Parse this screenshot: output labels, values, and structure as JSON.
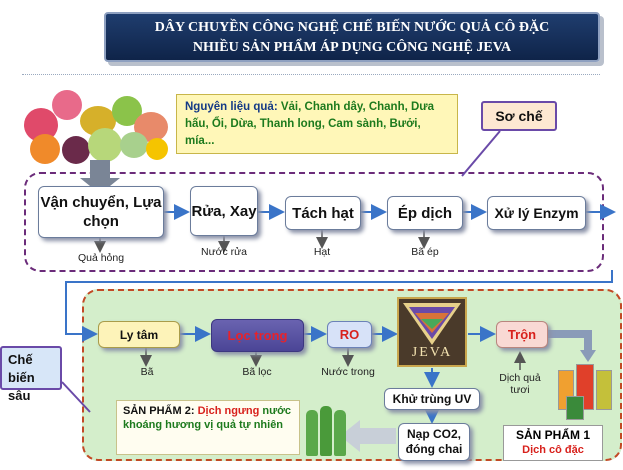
{
  "title": {
    "line1": "DÂY CHUYỀN CÔNG NGHỆ CHẾ BIẾN NƯỚC QUẢ CÔ ĐẶC",
    "line2": "NHIỀU SẢN PHẨM ÁP DỤNG CÔNG NGHỆ JEVA"
  },
  "raw_materials": {
    "label": "Nguyên liệu quả:",
    "items": "Vải, Chanh dây, Chanh, Dưa hấu, Ổi, Dừa, Thanh long, Cam sành, Bưởi, mía..."
  },
  "preprocess": {
    "label": "Sơ chế",
    "steps": [
      "Vận chuyển, Lựa chọn",
      "Rửa, Xay",
      "Tách hạt",
      "Ép dịch",
      "Xử lý Enzym"
    ],
    "byproducts": [
      "Quả hỏng",
      "Nước rửa",
      "Hạt",
      "Bã ép"
    ]
  },
  "deep_process": {
    "label": "Chế biến sâu",
    "steps": [
      "Ly tâm",
      "Lọc trong",
      "RO",
      "Trộn",
      "Khử trùng UV",
      "Nạp CO2, đóng chai"
    ],
    "byproducts": [
      "Bã",
      "Bã lọc",
      "Nước trong",
      "Dịch quả tươi"
    ],
    "logo_text": "JEVA"
  },
  "products": {
    "p2_title": "SẢN PHẨM 2:",
    "p2_red": "Dịch ngưng",
    "p2_green": "nước khoáng hương vị quả tự nhiên",
    "p1_title": "SẢN PHẨM 1",
    "p1_sub": "Dịch cô đặc"
  },
  "colors": {
    "banner": "#1f3d6e",
    "preprocess_border": "#6b2c7a",
    "deep_bg": "#d4eecb",
    "deep_border": "#c24a25",
    "accent_red": "#d8211c",
    "accent_green": "#1d7a1d"
  }
}
